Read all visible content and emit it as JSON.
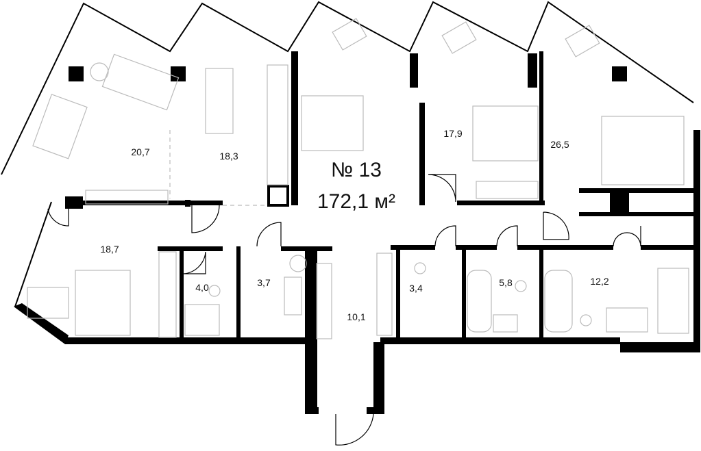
{
  "apartment": {
    "number": "№ 13",
    "area": "172,1 м²"
  },
  "rooms": [
    {
      "id": "living-room",
      "area": "20,7"
    },
    {
      "id": "kitchen-dining",
      "area": "18,3"
    },
    {
      "id": "bedroom-2",
      "area": "17,9"
    },
    {
      "id": "master-bedroom",
      "area": "26,5"
    },
    {
      "id": "bedroom-1",
      "area": "18,7"
    },
    {
      "id": "bathroom-1",
      "area": "4,0"
    },
    {
      "id": "laundry",
      "area": "3,7"
    },
    {
      "id": "hallway",
      "area": "10,1"
    },
    {
      "id": "wc",
      "area": "3,4"
    },
    {
      "id": "bathroom-2",
      "area": "5,8"
    },
    {
      "id": "master-bathroom",
      "area": "12,2"
    }
  ],
  "colors": {
    "wall": "#000000",
    "furniture": "#bbbbbb",
    "background": "#ffffff"
  }
}
